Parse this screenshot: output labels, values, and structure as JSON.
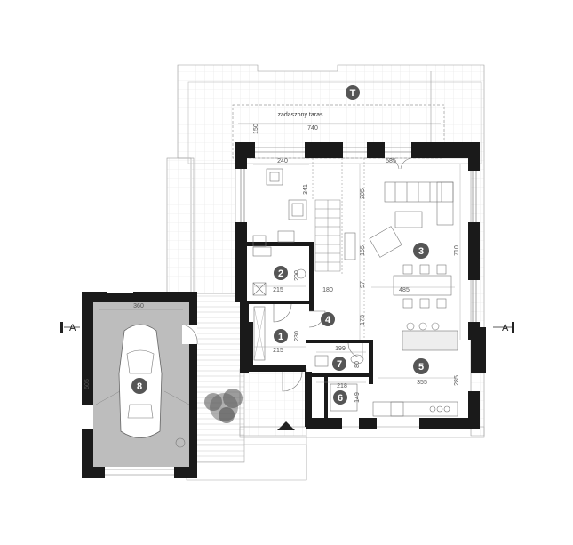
{
  "plan": {
    "terrace_marker": "T",
    "terrace_label": "zadaszony taras",
    "section_left": "A",
    "section_right": "A",
    "rooms": [
      {
        "number": "1"
      },
      {
        "number": "2"
      },
      {
        "number": "3"
      },
      {
        "number": "4"
      },
      {
        "number": "5"
      },
      {
        "number": "6"
      },
      {
        "number": "7"
      },
      {
        "number": "8"
      }
    ],
    "dimensions": {
      "terrace_width": "740",
      "terrace_depth": "150",
      "room_top_left_width": "240",
      "room_top_left_depth": "341",
      "window_top": "585",
      "stair_depth": "285",
      "living_mid": "155",
      "living_low": "97",
      "hall_173": "173",
      "living_710": "710",
      "living_485": "485",
      "hall_180": "180",
      "room2_width": "215",
      "room2_depth": "200",
      "room1_depth": "230",
      "room1_width": "215",
      "room7_width": "199",
      "room7_depth": "80",
      "room6_width": "218",
      "room6_depth": "149",
      "kitchen_width": "355",
      "kitchen_depth": "285",
      "garage_width": "360",
      "garage_depth": "605"
    },
    "colors": {
      "wall": "#1a1a1a",
      "room_badge": "#555555",
      "terrace_badge": "#555555",
      "garage_floor": "#bdbdbd",
      "paving": "#c8c8c8",
      "furniture": "#777777",
      "hedge": "#6f6f6f"
    }
  }
}
